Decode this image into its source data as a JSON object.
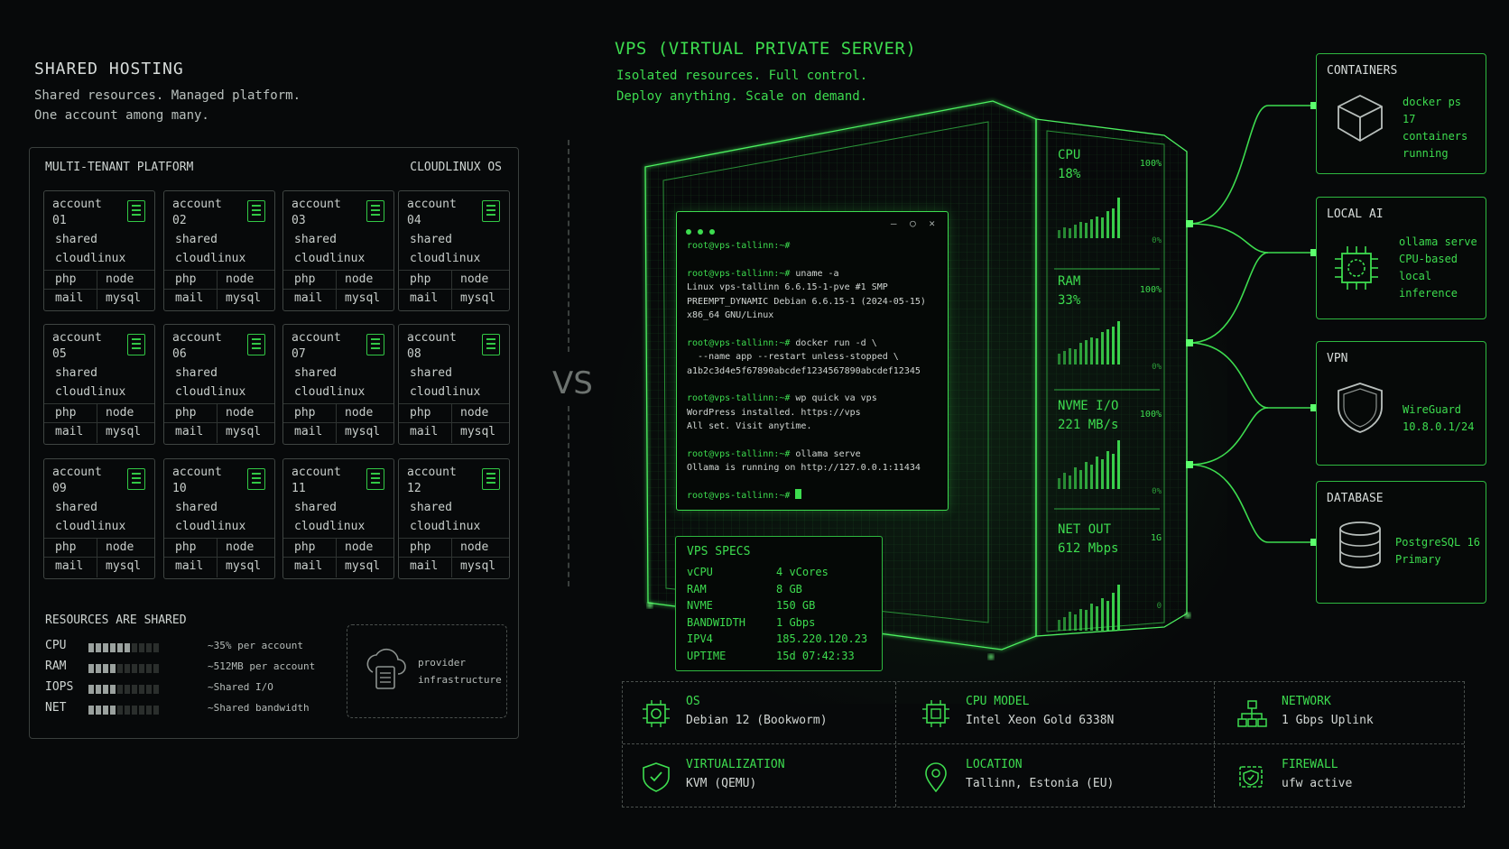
{
  "shared": {
    "title": "SHARED HOSTING",
    "sub1": "Shared resources. Managed platform.",
    "sub2": "One account among many.",
    "panel_title": "MULTI-TENANT PLATFORM",
    "panel_os": "CLOUDLINUX OS",
    "account_label": "account",
    "line_shared": "shared",
    "line_cloudlinux": "cloudlinux",
    "tag_php": "php",
    "tag_node": "node",
    "tag_mail": "mail",
    "tag_mysql": "mysql",
    "accounts": [
      "01",
      "02",
      "03",
      "04",
      "05",
      "06",
      "07",
      "08",
      "09",
      "10",
      "11",
      "12"
    ],
    "resources_title": "RESOURCES ARE SHARED",
    "resources": [
      {
        "label": "CPU",
        "level": 6,
        "of": 10,
        "text": "~35% per account"
      },
      {
        "label": "RAM",
        "level": 4,
        "of": 10,
        "text": "~512MB per account"
      },
      {
        "label": "IOPS",
        "level": 4,
        "of": 10,
        "text": "~Shared I/O"
      },
      {
        "label": "NET",
        "level": 4,
        "of": 10,
        "text": "~Shared bandwidth"
      }
    ],
    "provider_1": "provider",
    "provider_2": "infrastructure"
  },
  "vs": "VS",
  "vps": {
    "title": "VPS (VIRTUAL PRIVATE SERVER)",
    "sub1": "Isolated resources. Full control.",
    "sub2": "Deploy anything. Scale on demand."
  },
  "terminal": {
    "window_controls": "– ○ ✕",
    "lines": [
      {
        "prompt": "root@vps-tallinn:~#",
        "cmd": ""
      },
      {
        "prompt": "",
        "cmd": ""
      },
      {
        "prompt": "root@vps-tallinn:~#",
        "cmd": " uname -a"
      },
      {
        "prompt": "",
        "cmd": "Linux vps-tallinn 6.6.15-1-pve #1 SMP"
      },
      {
        "prompt": "",
        "cmd": "PREEMPT_DYNAMIC Debian 6.6.15-1 (2024-05-15)"
      },
      {
        "prompt": "",
        "cmd": "x86_64 GNU/Linux"
      },
      {
        "prompt": "",
        "cmd": ""
      },
      {
        "prompt": "root@vps-tallinn:~#",
        "cmd": " docker run -d \\"
      },
      {
        "prompt": "",
        "cmd": "  --name app --restart unless-stopped \\"
      },
      {
        "prompt": "",
        "cmd": "a1b2c3d4e5f67890abcdef1234567890abcdef12345"
      },
      {
        "prompt": "",
        "cmd": ""
      },
      {
        "prompt": "root@vps-tallinn:~#",
        "cmd": " wp quick va vps"
      },
      {
        "prompt": "",
        "cmd": "WordPress installed. https://vps"
      },
      {
        "prompt": "",
        "cmd": "All set. Visit anytime."
      },
      {
        "prompt": "",
        "cmd": ""
      },
      {
        "prompt": "root@vps-tallinn:~#",
        "cmd": " ollama serve"
      },
      {
        "prompt": "",
        "cmd": "Ollama is running on http://127.0.0.1:11434"
      },
      {
        "prompt": "",
        "cmd": ""
      },
      {
        "prompt": "root@vps-tallinn:~#",
        "cmd": " ",
        "cursor": true
      }
    ]
  },
  "specs": {
    "title": "VPS SPECS",
    "rows": [
      {
        "k": "vCPU",
        "v": "4 vCores"
      },
      {
        "k": "RAM",
        "v": "8 GB"
      },
      {
        "k": "NVME",
        "v": "150 GB"
      },
      {
        "k": "BANDWIDTH",
        "v": "1 Gbps"
      },
      {
        "k": "IPV4",
        "v": "185.220.120.23"
      },
      {
        "k": "UPTIME",
        "v": "15d 07:42:33"
      }
    ]
  },
  "metrics": [
    {
      "name": "CPU",
      "value": "18%",
      "max": "100%",
      "min": "0%",
      "bars": [
        0.15,
        0.2,
        0.18,
        0.25,
        0.3,
        0.28,
        0.35,
        0.4,
        0.38,
        0.5,
        0.55,
        0.75
      ]
    },
    {
      "name": "RAM",
      "value": "33%",
      "max": "100%",
      "min": "0%",
      "bars": [
        0.2,
        0.25,
        0.3,
        0.28,
        0.4,
        0.45,
        0.5,
        0.48,
        0.6,
        0.65,
        0.7,
        0.8
      ]
    },
    {
      "name": "NVME I/O",
      "value": "221 MB/s",
      "max": "100%",
      "min": "0%",
      "bars": [
        0.2,
        0.3,
        0.25,
        0.4,
        0.35,
        0.5,
        0.45,
        0.6,
        0.55,
        0.7,
        0.65,
        0.9
      ]
    },
    {
      "name": "NET OUT",
      "value": "612 Mbps",
      "max": "1G",
      "min": "0",
      "bars": [
        0.2,
        0.25,
        0.35,
        0.3,
        0.4,
        0.38,
        0.5,
        0.45,
        0.6,
        0.55,
        0.7,
        0.85
      ]
    }
  ],
  "cards": [
    {
      "title": "CONTAINERS",
      "lines": [
        "docker ps",
        "17 containers",
        "running"
      ],
      "icon": "cube-icon"
    },
    {
      "title": "LOCAL AI",
      "lines": [
        "ollama serve",
        "CPU-based",
        "local",
        "inference"
      ],
      "icon": "chip-icon"
    },
    {
      "title": "VPN",
      "lines": [
        "WireGuard",
        "10.8.0.1/24"
      ],
      "icon": "shield-icon"
    },
    {
      "title": "DATABASE",
      "lines": [
        "PostgreSQL 16",
        "Primary"
      ],
      "icon": "database-icon"
    }
  ],
  "info": [
    {
      "k": "OS",
      "v": "Debian 12 (Bookworm)",
      "icon": "gear-chip-icon"
    },
    {
      "k": "CPU MODEL",
      "v": "Intel Xeon Gold 6338N",
      "icon": "cpu-icon"
    },
    {
      "k": "NETWORK",
      "v": "1 Gbps Uplink",
      "icon": "network-icon"
    },
    {
      "k": "VIRTUALIZATION",
      "v": "KVM (QEMU)",
      "icon": "shield-check-icon"
    },
    {
      "k": "LOCATION",
      "v": "Tallinn, Estonia (EU)",
      "icon": "location-pin-icon"
    },
    {
      "k": "FIREWALL",
      "v": "ufw active",
      "icon": "firewall-icon"
    }
  ],
  "colors": {
    "accent": "#3ddc4f",
    "background": "#07090a",
    "muted": "#9aa19e"
  }
}
